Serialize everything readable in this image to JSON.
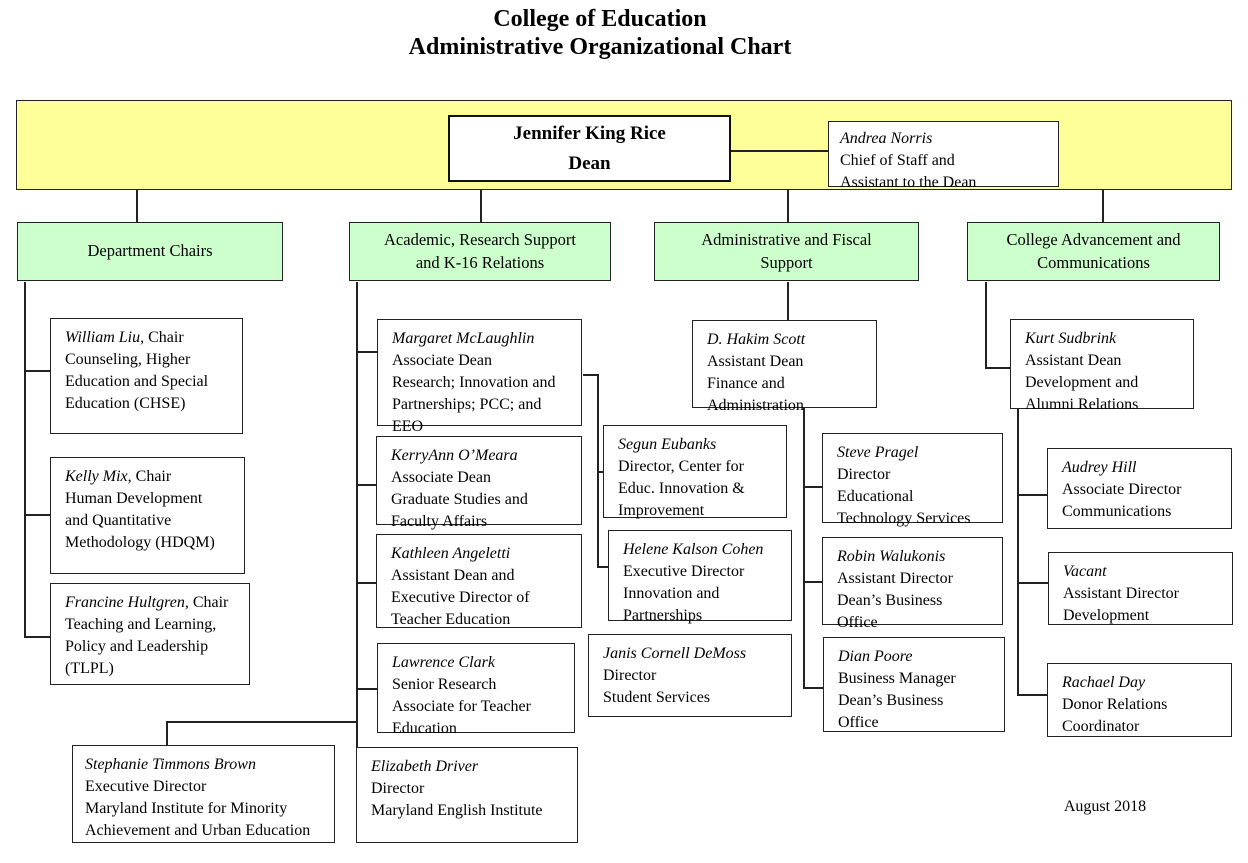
{
  "colors": {
    "band_background": "#ffff99",
    "group_header_background": "#ccffcc",
    "border": "#222222"
  },
  "title": {
    "line1": "College of Education",
    "line2": "Administrative Organizational Chart"
  },
  "band": {
    "dean": {
      "name": "Jennifer King Rice",
      "role": "Dean"
    },
    "chief": {
      "name": "Andrea Norris",
      "role": "Chief of Staff and\nAssistant to the Dean"
    }
  },
  "groups": {
    "dept_chairs": {
      "label": "Department Chairs"
    },
    "academic": {
      "label": "Academic, Research Support\nand K-16 Relations"
    },
    "admin": {
      "label": "Administrative and Fiscal\nSupport"
    },
    "advancement": {
      "label": "College Advancement and\nCommunications"
    }
  },
  "boxes": {
    "william": {
      "name": "William Liu,",
      "suffix": " Chair",
      "role": "Counseling, Higher\nEducation and Special\nEducation (CHSE)"
    },
    "kelly": {
      "name": "Kelly Mix,",
      "suffix": " Chair",
      "role": "Human Development\nand Quantitative\nMethodology (HDQM)"
    },
    "francine": {
      "name": "Francine Hultgren,",
      "suffix": " Chair",
      "role": "Teaching and Learning,\nPolicy and Leadership\n(TLPL)"
    },
    "mclaughlin": {
      "name": "Margaret McLaughlin",
      "role": "Associate Dean\nResearch; Innovation and\nPartnerships; PCC; and\nEEO"
    },
    "omeara": {
      "name": "KerryAnn O’Meara",
      "role": "Associate Dean\nGraduate Studies and\nFaculty Affairs"
    },
    "kathleen": {
      "name": "Kathleen Angeletti",
      "role": "Assistant Dean and\nExecutive Director of\nTeacher Education"
    },
    "lawrence": {
      "name": "Lawrence Clark",
      "role": "Senior Research\nAssociate for Teacher\nEducation"
    },
    "stephanie": {
      "name": "Stephanie Timmons Brown",
      "role": "Executive Director\nMaryland Institute for Minority\nAchievement and Urban Education"
    },
    "elizabeth": {
      "name": "Elizabeth Driver",
      "role": "Director\nMaryland English Institute"
    },
    "segun": {
      "name": "Segun Eubanks",
      "role": "Director, Center for\nEduc. Innovation &\nImprovement"
    },
    "helene": {
      "name": "Helene Kalson Cohen",
      "role": "Executive Director\nInnovation and\nPartnerships"
    },
    "janis": {
      "name": "Janis Cornell DeMoss",
      "role": "Director\nStudent Services"
    },
    "scott": {
      "name": "D. Hakim Scott",
      "role": "Assistant Dean\nFinance and\nAdministration"
    },
    "steve": {
      "name": "Steve Pragel",
      "role": "Director\nEducational\nTechnology Services"
    },
    "robin": {
      "name": "Robin Walukonis",
      "role": "Assistant Director\nDean’s Business\nOffice"
    },
    "dian": {
      "name": "Dian Poore",
      "role": "Business Manager\nDean’s Business\nOffice"
    },
    "kurt": {
      "name": "Kurt Sudbrink",
      "role": "Assistant Dean\nDevelopment and\nAlumni Relations"
    },
    "audrey": {
      "name": "Audrey Hill",
      "role": "Associate Director\nCommunications"
    },
    "vacant": {
      "name": "Vacant",
      "role": "Assistant Director\nDevelopment"
    },
    "rachael": {
      "name": "Rachael Day",
      "role": "Donor Relations\nCoordinator"
    }
  },
  "footer": {
    "date": "August 2018"
  }
}
